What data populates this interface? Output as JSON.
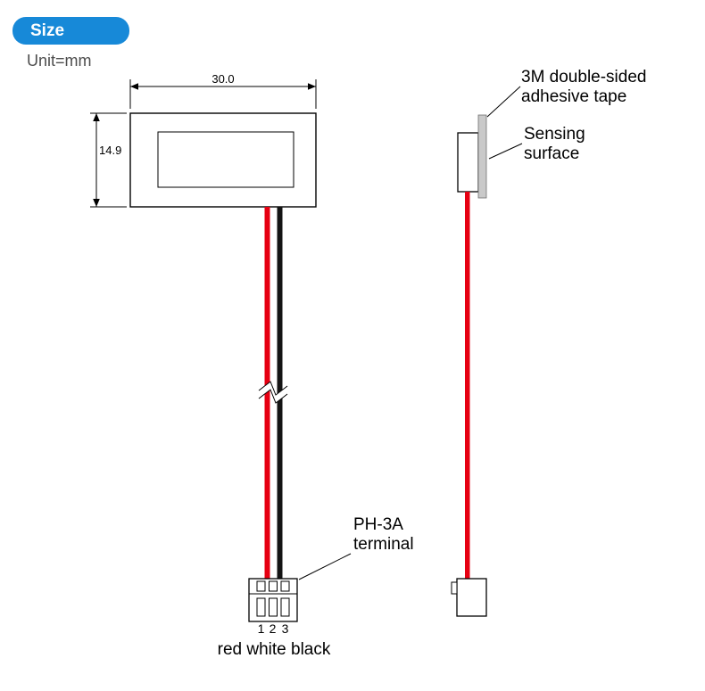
{
  "badge": {
    "label": "Size"
  },
  "unit_label": "Unit=mm",
  "front_view": {
    "width_dim": "30.0",
    "height_dim": "14.9",
    "pin_labels": [
      "1",
      "2",
      "3"
    ],
    "wire_colors_label": "red white black"
  },
  "annotations": {
    "tape_line1": "3M double-sided",
    "tape_line2": "adhesive tape",
    "sensing_line1": "Sensing",
    "sensing_line2": "surface",
    "terminal_line1": "PH-3A",
    "terminal_line2": "terminal"
  },
  "colors": {
    "badge_blue": "#1789d8",
    "wire_red": "#e60012",
    "wire_black": "#141414",
    "tape_gray": "#c9c9c9",
    "line_black": "#000000"
  }
}
